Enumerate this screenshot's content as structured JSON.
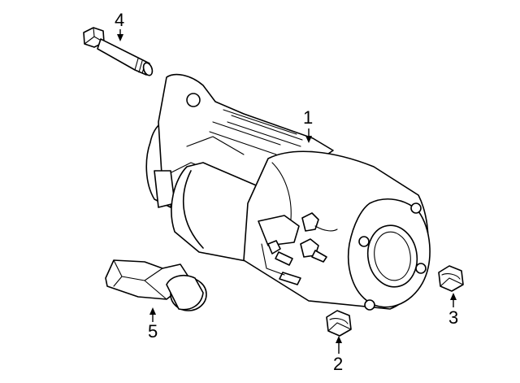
{
  "callouts": [
    {
      "id": "starter",
      "number": "1"
    },
    {
      "id": "nut-lower",
      "number": "2"
    },
    {
      "id": "nut-right",
      "number": "3"
    },
    {
      "id": "bolt",
      "number": "4"
    },
    {
      "id": "cover",
      "number": "5"
    }
  ]
}
